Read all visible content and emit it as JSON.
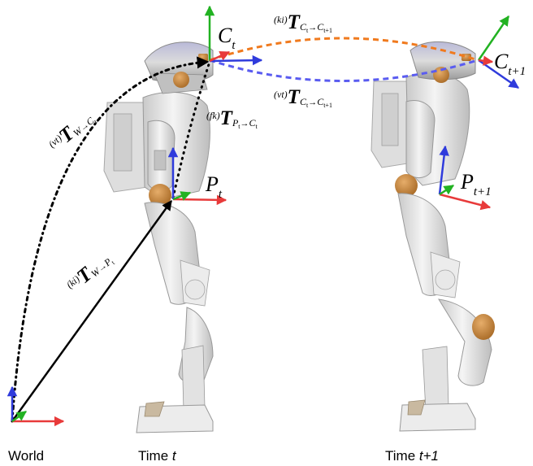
{
  "colors": {
    "axis_x": "#e83a3a",
    "axis_y": "#22b222",
    "axis_z": "#2f3bdc",
    "kinematic_arc": "#f07a1e",
    "visual_arc": "#5a5cf0",
    "robot_body": "#e6e6e6",
    "robot_shade": "#b8b8b8",
    "joint": "#c98a3c"
  },
  "captions": {
    "world": "World",
    "time_t_prefix": "Time ",
    "time_t_var": "t",
    "time_t1_prefix": "Time ",
    "time_t1_var": "t+1"
  },
  "frames": {
    "C_t": {
      "main": "C",
      "sub": "t"
    },
    "C_t1": {
      "main": "C",
      "sub": "t+1"
    },
    "P_t": {
      "main": "P",
      "sub": "t"
    },
    "P_t1": {
      "main": "P",
      "sub": "t+1"
    }
  },
  "transforms": {
    "ki_C_Ct1": {
      "sup": "(ki)",
      "T": "T",
      "sub": "C",
      "sub2": "t",
      "arrow": "→",
      "sub3": "C",
      "sub4": "t+1"
    },
    "vt_C_Ct1": {
      "sup": "(vt)",
      "T": "T",
      "sub": "C",
      "sub2": "t",
      "arrow": "→",
      "sub3": "C",
      "sub4": "t+1"
    },
    "fk_P_C": {
      "sup": "(fk)",
      "T": "T",
      "sub": "P",
      "sub2": "t",
      "arrow": "→",
      "sub3": "C",
      "sub4": "t"
    },
    "vt_W_C": {
      "sup": "(vt)",
      "T": "T",
      "sub": "W",
      "arrow": "→",
      "sub3": "C",
      "sub4": "t"
    },
    "ki_W_P": {
      "sup": "(ki)",
      "T": "T",
      "sub": "W",
      "arrow": "→",
      "sub3": "P",
      "sub4": "t"
    }
  }
}
